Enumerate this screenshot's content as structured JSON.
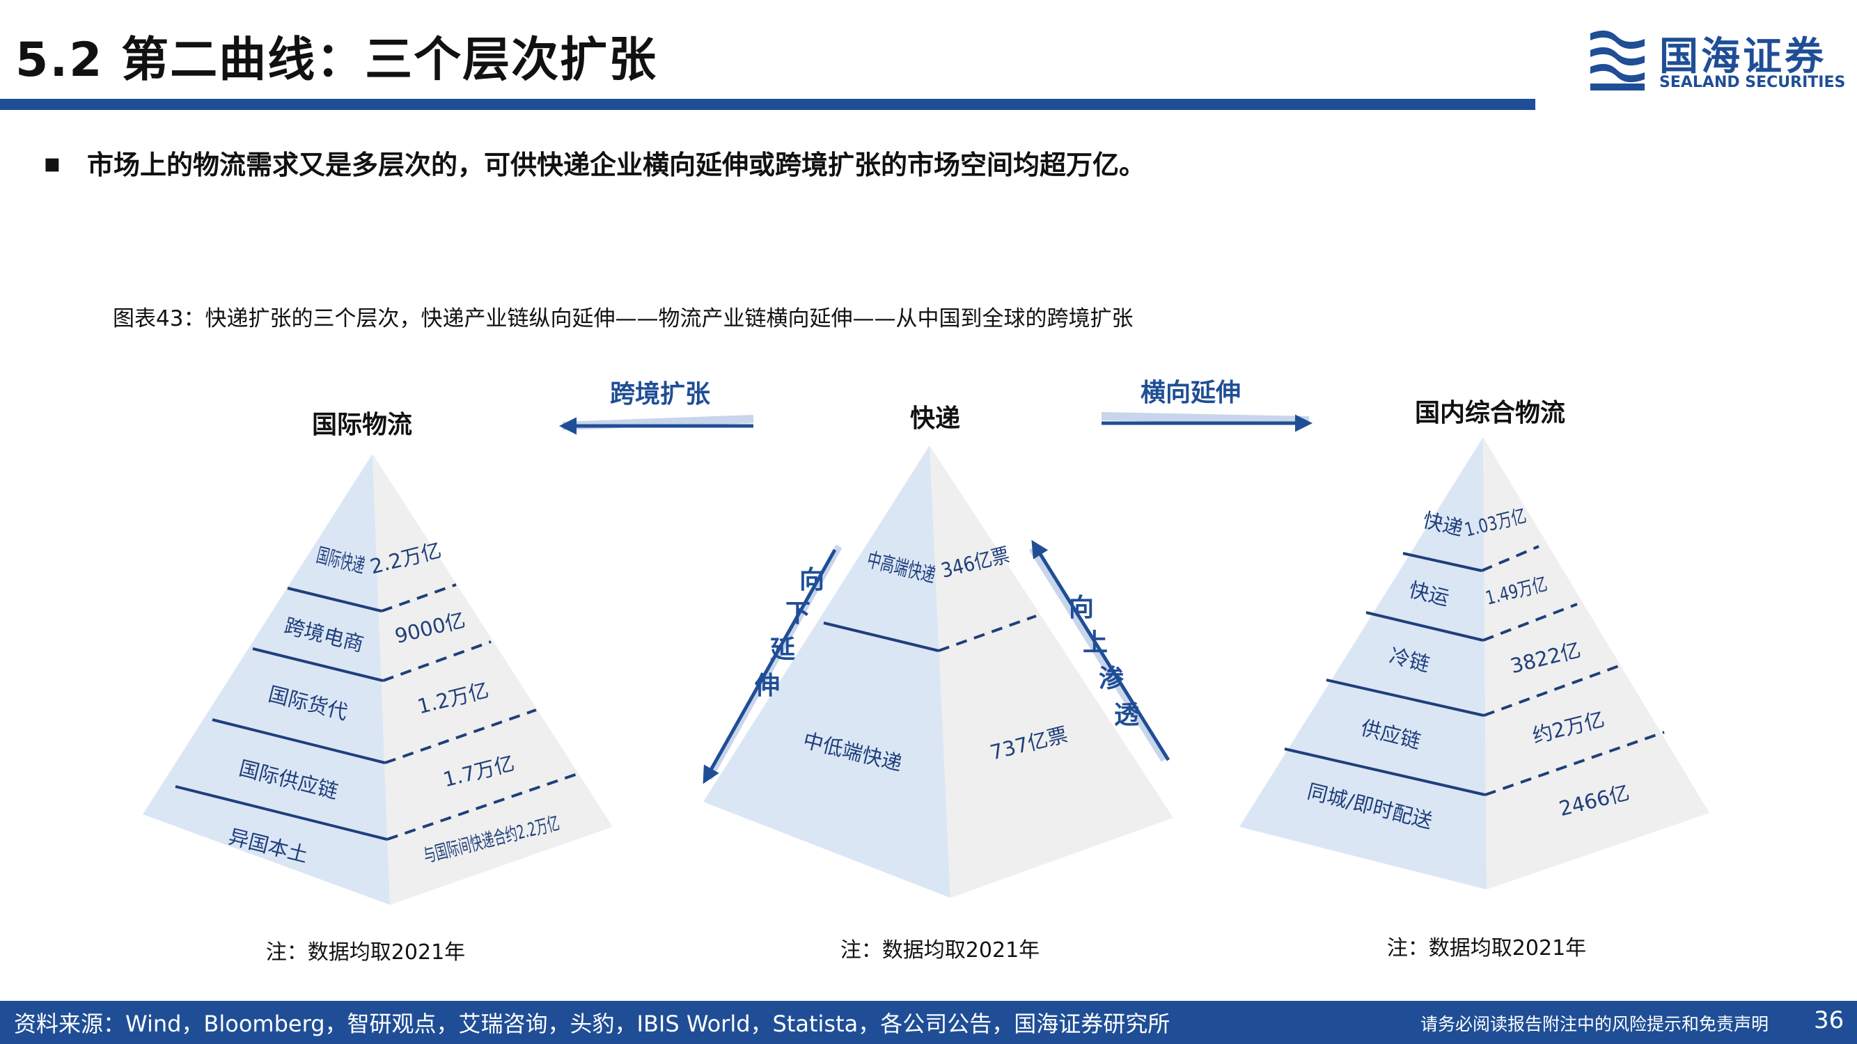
{
  "header": {
    "title": "5.2 第二曲线：三个层次扩张",
    "logo_cn": "国海证券",
    "logo_en": "SEALAND SECURITIES"
  },
  "bullet": {
    "marker": "▪",
    "text": "市场上的物流需求又是多层次的，可供快递企业横向延伸或跨境扩张的市场空间均超万亿。"
  },
  "caption": "图表43：快递扩张的三个层次，快递产业链纵向延伸——物流产业链横向延伸——从中国到全球的跨境扩张",
  "arrows": {
    "left": "跨境扩张",
    "right": "横向延伸",
    "down": "向下延伸",
    "up": "向上渗透"
  },
  "pyramids": {
    "intl": {
      "title": "国际物流",
      "levels": [
        {
          "name": "国际快递",
          "value": "2.2万亿"
        },
        {
          "name": "跨境电商",
          "value": "9000亿"
        },
        {
          "name": "国际货代",
          "value": "1.2万亿"
        },
        {
          "name": "国际供应链",
          "value": "1.7万亿"
        },
        {
          "name": "异国本土",
          "value": "与国际间快递合约2.2万亿"
        }
      ],
      "note": "注：数据均取2021年"
    },
    "express": {
      "title": "快递",
      "levels": [
        {
          "name": "中高端快递",
          "value": "346亿票"
        },
        {
          "name": "中低端快递",
          "value": "737亿票"
        }
      ],
      "note": "注：数据均取2021年"
    },
    "domestic": {
      "title": "国内综合物流",
      "levels": [
        {
          "name": "快递",
          "value": "1.03万亿"
        },
        {
          "name": "快运",
          "value": "1.49万亿"
        },
        {
          "name": "冷链",
          "value": "3822亿"
        },
        {
          "name": "供应链",
          "value": "约2万亿"
        },
        {
          "name": "同城/即时配送",
          "value": "2466亿"
        }
      ],
      "note": "注：数据均取2021年"
    }
  },
  "footer": {
    "sources": "资料来源：Wind，Bloomberg，智研观点，艾瑞咨询，头豹，IBIS World，Statista，各公司公告，国海证券研究所",
    "disclaimer": "请务必阅读报告附注中的风险提示和免责声明",
    "page": "36"
  },
  "colors": {
    "brand": "#1f4e96",
    "pyramid_left": "#dbe6f5",
    "pyramid_right": "#efefef",
    "label": "#1f3f7a"
  }
}
